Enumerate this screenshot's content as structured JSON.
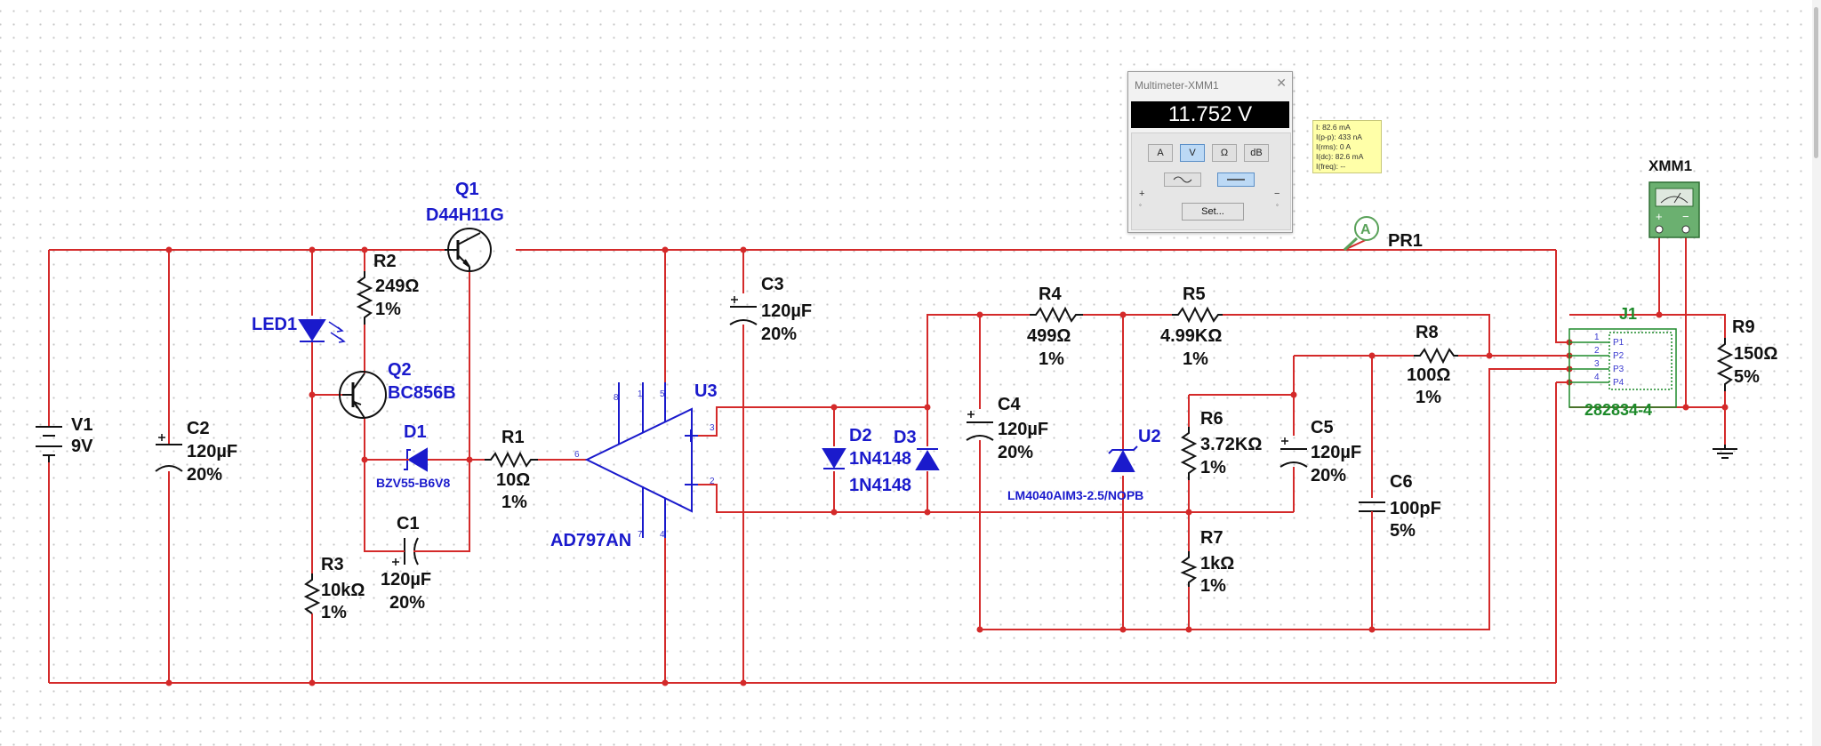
{
  "components": {
    "V1": {
      "ref": "V1",
      "value": "9V"
    },
    "C2": {
      "ref": "C2",
      "value": "120µF",
      "tol": "20%"
    },
    "R2": {
      "ref": "R2",
      "value": "249Ω",
      "tol": "1%"
    },
    "LED1": {
      "ref": "LED1"
    },
    "Q1": {
      "ref": "Q1",
      "part": "D44H11G"
    },
    "Q2": {
      "ref": "Q2",
      "part": "BC856B"
    },
    "D1": {
      "ref": "D1",
      "part": "BZV55-B6V8"
    },
    "R1": {
      "ref": "R1",
      "value": "10Ω",
      "tol": "1%"
    },
    "C1": {
      "ref": "C1",
      "value": "120µF",
      "tol": "20%"
    },
    "R3": {
      "ref": "R3",
      "value": "10kΩ",
      "tol": "1%"
    },
    "U3": {
      "ref": "U3",
      "part": "AD797AN",
      "pins": [
        "3",
        "2",
        "6",
        "8",
        "1",
        "5",
        "7",
        "4"
      ]
    },
    "C3": {
      "ref": "C3",
      "value": "120µF",
      "tol": "20%"
    },
    "D2": {
      "ref": "D2",
      "part": "1N4148"
    },
    "D3": {
      "ref": "D3",
      "part": "1N4148"
    },
    "R4": {
      "ref": "R4",
      "value": "499Ω",
      "tol": "1%"
    },
    "R5": {
      "ref": "R5",
      "value": "4.99KΩ",
      "tol": "1%"
    },
    "C4": {
      "ref": "C4",
      "value": "120µF",
      "tol": "20%"
    },
    "U2": {
      "ref": "U2",
      "part": "LM4040AIM3-2.5/NOPB"
    },
    "R6": {
      "ref": "R6",
      "value": "3.72KΩ",
      "tol": "1%"
    },
    "R7": {
      "ref": "R7",
      "value": "1kΩ",
      "tol": "1%"
    },
    "C5": {
      "ref": "C5",
      "value": "120µF",
      "tol": "20%"
    },
    "R8": {
      "ref": "R8",
      "value": "100Ω",
      "tol": "1%"
    },
    "C6": {
      "ref": "C6",
      "value": "100pF",
      "tol": "5%"
    },
    "R9": {
      "ref": "R9",
      "value": "150Ω",
      "tol": "5%"
    },
    "J1": {
      "ref": "J1",
      "part": "282834-4",
      "pins": [
        "1",
        "2",
        "3",
        "4"
      ],
      "pin_labels": [
        "P1",
        "P2",
        "P3",
        "P4"
      ]
    },
    "PR1": {
      "ref": "PR1",
      "symbol": "A"
    },
    "XMM1": {
      "ref": "XMM1",
      "plus": "+",
      "minus": "−"
    }
  },
  "multimeter": {
    "title": "Multimeter-XMM1",
    "reading": "11.752 V",
    "buttons": [
      "A",
      "V",
      "Ω",
      "dB"
    ],
    "active_button": "V",
    "set_label": "Set...",
    "plus": "+",
    "minus": "−"
  },
  "probe_tooltip": {
    "lines": [
      "I: 82.6 mA",
      "I(p-p): 433 nA",
      "I(rms): 0 A",
      "I(dc): 82.6 mA",
      "I(freq): --"
    ]
  },
  "colors": {
    "wire": "#d42a2a",
    "component_label": "#1a1acc",
    "junction": "#d42a2a",
    "connector": "#1d8a2a"
  }
}
